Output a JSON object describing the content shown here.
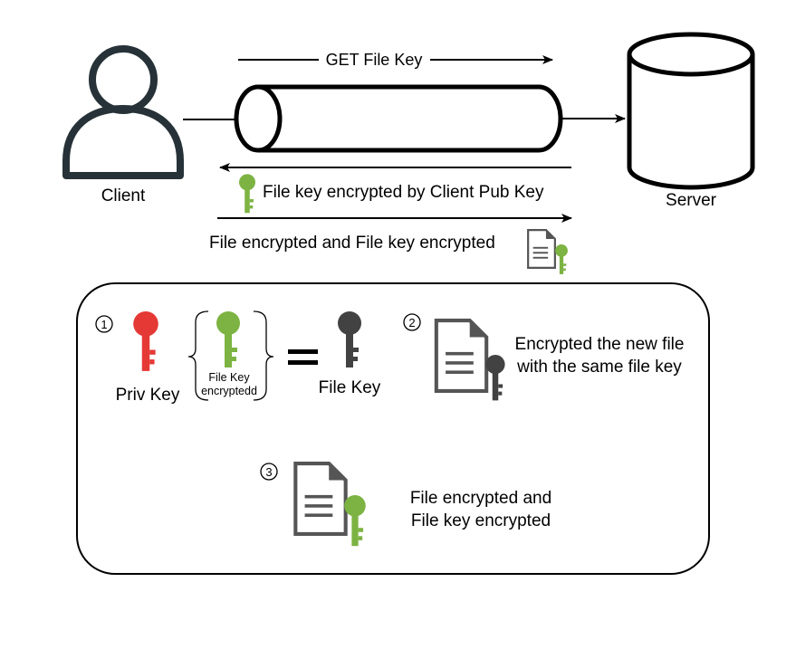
{
  "actors": {
    "client_label": "Client",
    "server_label": "Server"
  },
  "flow": {
    "request_label": "GET File Key",
    "response_label": "File key encrypted by Client Pub Key",
    "upload_label": "File encrypted  and File key encrypted"
  },
  "steps": [
    {
      "number": "1",
      "priv_key_label": "Priv Key",
      "encrypted_key_label_line1": "File Key",
      "encrypted_key_label_line2": "encryptedd",
      "result_label": "File Key"
    },
    {
      "number": "2",
      "text_line1": "Encrypted the new file",
      "text_line2": "with the same file key"
    },
    {
      "number": "3",
      "text_line1": "File encrypted  and",
      "text_line2": "File key encrypted"
    }
  ],
  "colors": {
    "client_icon": "#263238",
    "green_key": "#7cb342",
    "red_key": "#e53935",
    "dark_key": "#424242",
    "document_gray": "#555555"
  },
  "icons": {
    "client": "user-icon",
    "server": "database-icon",
    "pipe": "cylinder-pipe-icon",
    "green_key": "key-icon",
    "red_key": "key-icon",
    "document": "document-icon"
  }
}
